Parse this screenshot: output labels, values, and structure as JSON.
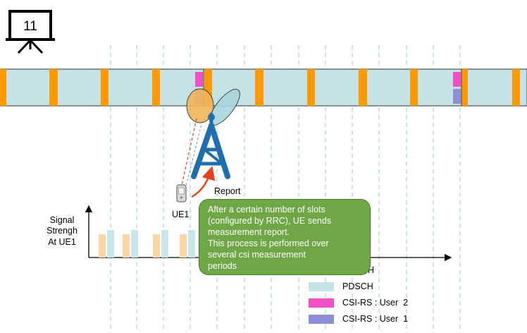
{
  "slide": {
    "number": "11"
  },
  "labels": {
    "report": "Report",
    "ue": "UE1",
    "y_axis": [
      "Signal",
      "Strengh",
      "At UE1"
    ],
    "axis_fragment": "H"
  },
  "callout": {
    "lines": [
      "After a certain number of slots",
      "(configured by RRC), UE sends",
      "measurement report.",
      "This process is performed over",
      "several csi measurement",
      "periods"
    ]
  },
  "legend": [
    {
      "label": "PDSCH",
      "color": "#c5e3e6"
    },
    {
      "label": "CSI-RS : User  2",
      "color": "#f04fc6"
    },
    {
      "label": "CSI-RS : User  1",
      "color": "#8c8fd6"
    }
  ],
  "colors": {
    "pdsch": "#c5e3e6",
    "ssb": "#ff9900",
    "csi_user2": "#f04fc6",
    "csi_user1": "#8c8fd6",
    "beam_orange": "#f2b55a",
    "beam_teal": "#a9d5dd",
    "tower": "#1f6fb0",
    "report_arrow": "#e8401c",
    "bar_user1": "#fbd7a6",
    "bar_user2": "#c9e6ea"
  }
}
